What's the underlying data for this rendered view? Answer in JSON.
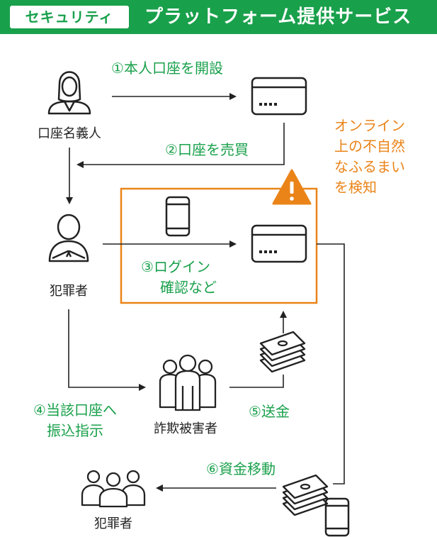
{
  "header": {
    "badge": "セキュリティ",
    "title": "プラットフォーム提供サービス"
  },
  "actors": {
    "account_holder": "口座名義人",
    "criminal_top": "犯罪者",
    "victims": "詐欺被害者",
    "criminal_bottom": "犯罪者"
  },
  "steps": {
    "step1": "①本人口座を開設",
    "step2": "②口座を売買",
    "step3_line1": "③ログイン",
    "step3_line2": "確認など",
    "step4_line1": "④当該口座へ",
    "step4_line2": "振込指示",
    "step5": "⑤送金",
    "step6": "⑥資金移動"
  },
  "detection": {
    "line1": "オンライン",
    "line2": "上の不自然",
    "line3": "なふるまい",
    "line4": "を検知"
  },
  "colors": {
    "brand_green": "#19a04b",
    "detect_orange": "#ea8419",
    "line": "#222222"
  },
  "icons": [
    "person-female-icon",
    "bank-card-icon",
    "warning-icon",
    "smartphone-icon",
    "person-criminal-icon",
    "group-people-icon",
    "cash-stack-icon"
  ]
}
